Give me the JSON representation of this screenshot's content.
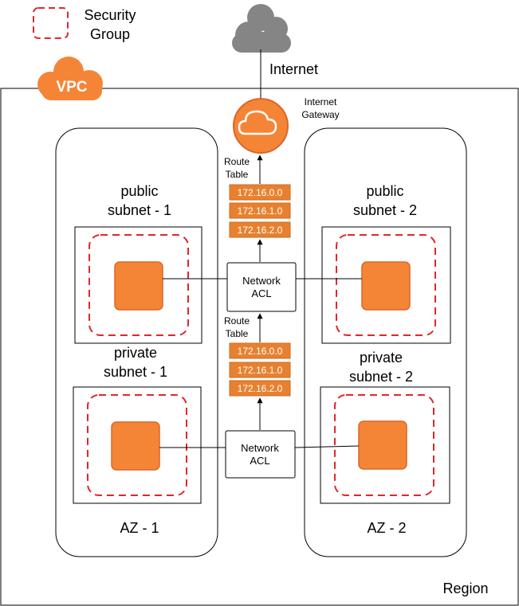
{
  "legend": {
    "line1": "Security",
    "line2": "Group"
  },
  "internet": {
    "label": "Internet"
  },
  "vpc": {
    "label": "VPC"
  },
  "gateway": {
    "line1": "Internet",
    "line2": "Gateway"
  },
  "region": {
    "label": "Region"
  },
  "az1": {
    "label": "AZ - 1",
    "public_line1": "public",
    "public_line2": "subnet - 1",
    "private_line1": "private",
    "private_line2": "subnet - 1"
  },
  "az2": {
    "label": "AZ - 2",
    "public_line1": "public",
    "public_line2": "subnet - 2",
    "private_line1": "private",
    "private_line2": "subnet - 2"
  },
  "route_table_top": {
    "line1": "Route",
    "line2": "Table",
    "entries": [
      "172.16.0.0",
      "172.16.1.0",
      "172.16.2.0"
    ]
  },
  "route_table_bottom": {
    "line1": "Route",
    "line2": "Table",
    "entries": [
      "172.16.0.0",
      "172.16.1.0",
      "172.16.2.0"
    ]
  },
  "acl_top": {
    "line1": "Network",
    "line2": "ACL"
  },
  "acl_bottom": {
    "line1": "Network",
    "line2": "ACL"
  },
  "colors": {
    "orange": "#f58536",
    "orange_dark": "#d9672a",
    "security_group": "#e0262b",
    "cloud_gray": "#858585",
    "route_entry": "#e8812f"
  }
}
